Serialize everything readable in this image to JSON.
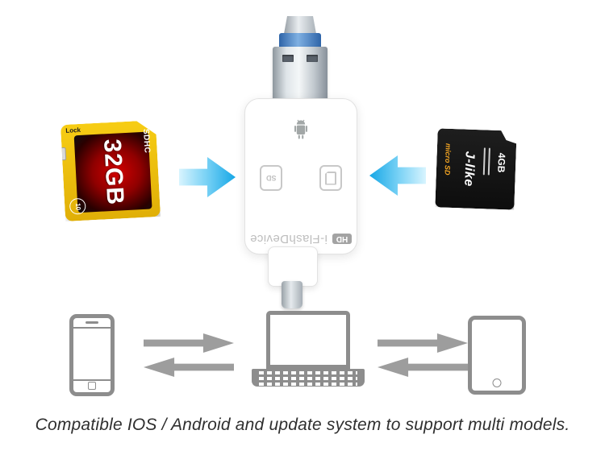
{
  "caption": "Compatible IOS / Android and update system to support multi models.",
  "reader": {
    "brand_text": "i-FlashDevice",
    "hd_badge": "HD",
    "sd_slot_label": "SD"
  },
  "sd_card": {
    "capacity": "32GB",
    "lock_label": "Lock",
    "logo": "SDHC",
    "speed_class": "10"
  },
  "micro_sd_card": {
    "brand": "J-like",
    "capacity": "4GB",
    "logo": "micro SD"
  },
  "colors": {
    "arrow_blue": "#16a7e6",
    "arrow_blue_light": "#d8f4fe",
    "device_icon_gray": "#8d8d8d",
    "sd_card_yellow": "#f2c50e",
    "micro_sd_black": "#141414",
    "caption_text": "#2f2f2f"
  }
}
